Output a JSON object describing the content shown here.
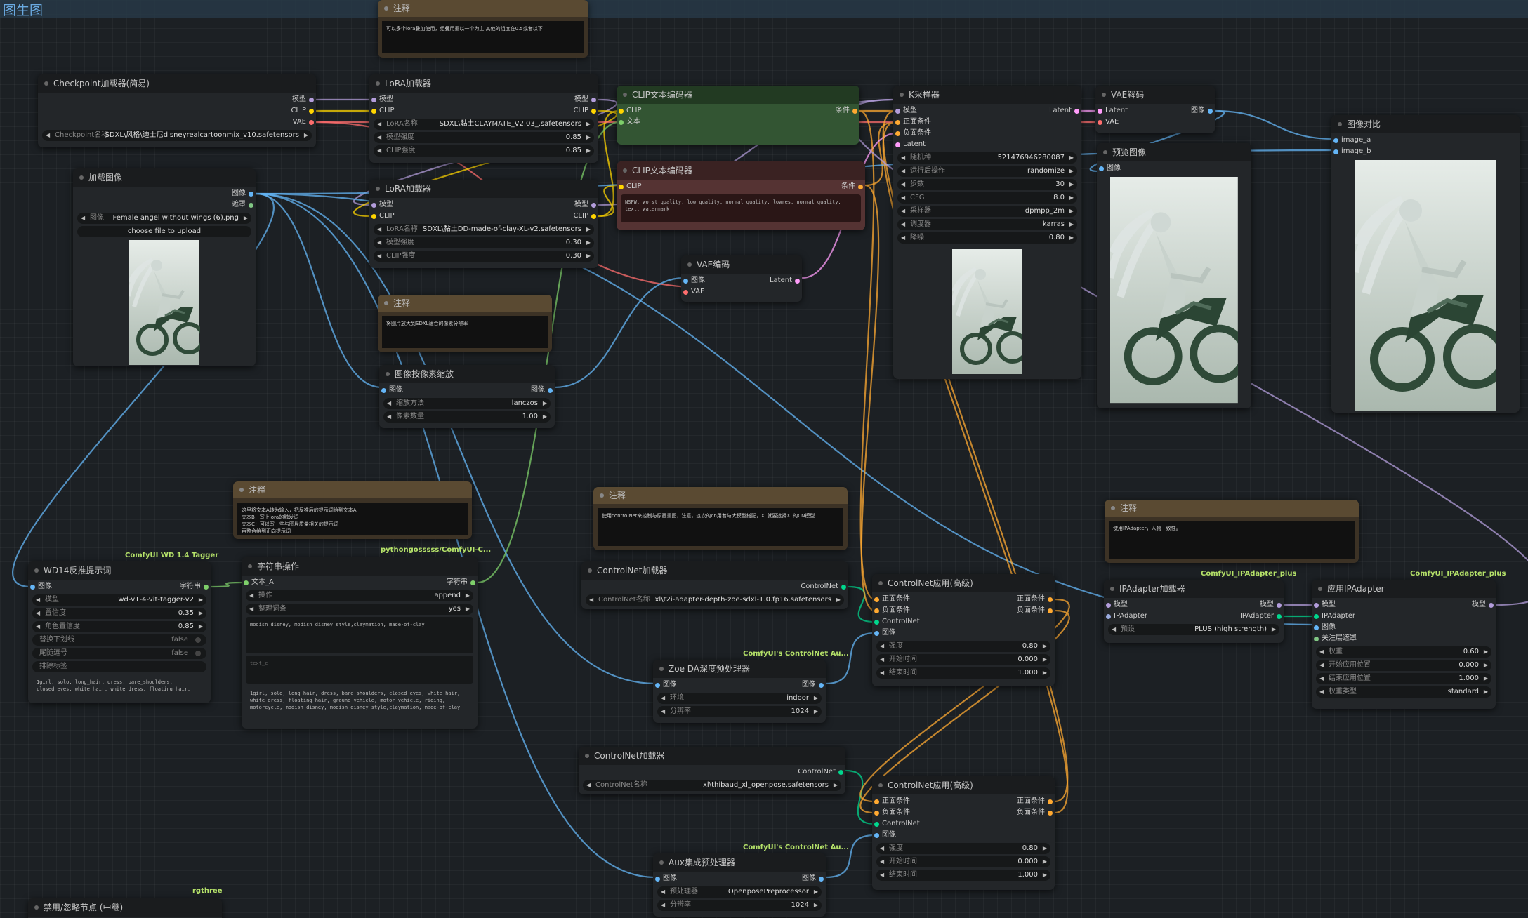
{
  "group_title": "图生图",
  "colors": {
    "model": "#b39ddb",
    "clip": "#ffd500",
    "vae": "#ff6e6e",
    "conditioning": "#ffa931",
    "latent": "#ff9cf9",
    "image": "#64b5f6",
    "control_net": "#00d78d",
    "string": "#7ecf6a",
    "badge": "#b6e36a"
  },
  "notes": {
    "n1": {
      "title": "注释",
      "text": "可以多个lora叠加使用，组叠用重以一个为主,其他的组度在0.5或者以下"
    },
    "n2": {
      "title": "注释",
      "text": "将图片放大到SDXL适合的像素分辨率"
    },
    "n3": {
      "title": "注释",
      "text": "这里将文本A转为输入，把反推后的提示词给到文本A\n文本B，写上lora的触发词\n文本C：可以写一些与图片质量相关的提示词\n再整合给到正向提示词"
    },
    "n4": {
      "title": "注释",
      "text": "使用controlNet来控制与原画重图，注意，这次的cn用着与大模型搭配，XL就要选择XL的CN模型"
    },
    "n5": {
      "title": "注释",
      "text": "使用IPAdapter，人物一致性。"
    }
  },
  "checkpoint": {
    "title": "Checkpoint加载器(简易)",
    "out_model": "模型",
    "out_clip": "CLIP",
    "out_vae": "VAE",
    "w_label": "Checkpoint名称",
    "w_value": "SDXL\\风格\\迪士尼disneyrealcartoonmix_v10.safetensors"
  },
  "lora1": {
    "title": "LoRA加载器",
    "in_model": "模型",
    "in_clip": "CLIP",
    "out_model": "模型",
    "out_clip": "CLIP",
    "name_label": "LoRA名称",
    "name_value": "SDXL\\黏土CLAYMATE_V2.03_.safetensors",
    "model_label": "模型强度",
    "model_value": "0.85",
    "clip_label": "CLIP强度",
    "clip_value": "0.85"
  },
  "lora2": {
    "title": "LoRA加载器",
    "in_model": "模型",
    "in_clip": "CLIP",
    "out_model": "模型",
    "out_clip": "CLIP",
    "name_label": "LoRA名称",
    "name_value": "SDXL\\黏土DD-made-of-clay-XL-v2.safetensors",
    "model_label": "模型强度",
    "model_value": "0.30",
    "clip_label": "CLIP强度",
    "clip_value": "0.30"
  },
  "load_image": {
    "title": "加载图像",
    "out_image": "图像",
    "out_mask": "遮罩",
    "w_label": "图像",
    "w_value": "Female angel without wings (6).png",
    "button": "choose file to upload"
  },
  "clip_pos": {
    "title": "CLIP文本编码器",
    "in_clip": "CLIP",
    "in_text": "文本",
    "out": "条件"
  },
  "clip_neg": {
    "title": "CLIP文本编码器",
    "in_clip": "CLIP",
    "out": "条件",
    "text": "NSFW, worst quality, low quality, normal quality, lowres, normal quality, text, watermark"
  },
  "vae_encode": {
    "title": "VAE编码",
    "in_image": "图像",
    "in_vae": "VAE",
    "out": "Latent"
  },
  "ksampler": {
    "title": "K采样器",
    "in_model": "模型",
    "in_pos": "正面条件",
    "in_neg": "负面条件",
    "in_latent": "Latent",
    "out": "Latent",
    "widgets": [
      {
        "l": "随机种",
        "v": "521476946280087"
      },
      {
        "l": "运行后操作",
        "v": "randomize"
      },
      {
        "l": "步数",
        "v": "30"
      },
      {
        "l": "CFG",
        "v": "8.0"
      },
      {
        "l": "采样器",
        "v": "dpmpp_2m"
      },
      {
        "l": "调度器",
        "v": "karras"
      },
      {
        "l": "降噪",
        "v": "0.80"
      }
    ]
  },
  "vae_decode": {
    "title": "VAE解码",
    "in_latent": "Latent",
    "in_vae": "VAE",
    "out": "图像"
  },
  "preview": {
    "title": "预览图像",
    "in_image": "图像"
  },
  "compare": {
    "title": "图像对比",
    "in_a": "image_a",
    "in_b": "image_b"
  },
  "scale": {
    "title": "图像按像素缩放",
    "in_image": "图像",
    "out_image": "图像",
    "m_label": "缩放方法",
    "m_value": "lanczos",
    "p_label": "像素数量",
    "p_value": "1.00"
  },
  "wd14": {
    "badge": "ComfyUI WD 1.4 Tagger",
    "title": "WD14反推提示词",
    "in_image": "图像",
    "out": "字符串",
    "widgets": [
      {
        "l": "模型",
        "v": "wd-v1-4-vit-tagger-v2"
      },
      {
        "l": "置信度",
        "v": "0.35"
      },
      {
        "l": "角色置信度",
        "v": "0.85"
      }
    ],
    "toggles": [
      {
        "l": "替换下划线",
        "v": "false"
      },
      {
        "l": "尾随逗号",
        "v": "false"
      }
    ],
    "exclude": "排除标签",
    "text": "1girl, solo, long_hair, dress, bare_shoulders, closed_eyes, white_hair, white_dress, floating_hair, ground_vehicle, motor_vehicle, riding, motorcycle"
  },
  "strop": {
    "badge": "pythongosssss/ComfyUI-C...",
    "title": "字符串操作",
    "in_a": "文本_A",
    "out": "字符串",
    "op_label": "操作",
    "op_value": "append",
    "tidy_label": "整理词条",
    "tidy_value": "yes",
    "text_b": "modisn disney, modisn disney style,claymation, made-of-clay",
    "text_c": "text_c",
    "result": "1girl, solo, long_hair, dress, bare_shoulders, closed_eyes, white_hair, white_dress, floating_hair, ground_vehicle, motor_vehicle, riding, motorcycle, modisn disney, modisn disney style,claymation, made-of-clay"
  },
  "cn_loader1": {
    "title": "ControlNet加载器",
    "out": "ControlNet",
    "w_label": "ControlNet名称",
    "w_value": "xl\\t2i-adapter-depth-zoe-sdxl-1.0.fp16.safetensors"
  },
  "zoe": {
    "badge": "ComfyUI's ControlNet Au...",
    "title": "Zoe DA深度预处理器",
    "in_image": "图像",
    "out_image": "图像",
    "env_label": "环境",
    "env_value": "indoor",
    "res_label": "分辨率",
    "res_value": "1024"
  },
  "cn_apply1": {
    "title": "ControlNet应用(高级)",
    "in_pos": "正面条件",
    "in_neg": "负面条件",
    "in_cn": "ControlNet",
    "in_image": "图像",
    "out_pos": "正面条件",
    "out_neg": "负面条件",
    "widgets": [
      {
        "l": "强度",
        "v": "0.80"
      },
      {
        "l": "开始时间",
        "v": "0.000"
      },
      {
        "l": "结束时间",
        "v": "1.000"
      }
    ]
  },
  "cn_loader2": {
    "title": "ControlNet加载器",
    "out": "ControlNet",
    "w_label": "ControlNet名称",
    "w_value": "xl\\thibaud_xl_openpose.safetensors"
  },
  "aux": {
    "badge": "ComfyUI's ControlNet Au...",
    "title": "Aux集成预处理器",
    "in_image": "图像",
    "out_image": "图像",
    "pre_label": "预处理器",
    "pre_value": "OpenposePreprocessor",
    "res_label": "分辨率",
    "res_value": "1024"
  },
  "cn_apply2": {
    "title": "ControlNet应用(高级)",
    "in_pos": "正面条件",
    "in_neg": "负面条件",
    "in_cn": "ControlNet",
    "in_image": "图像",
    "out_pos": "正面条件",
    "out_neg": "负面条件",
    "widgets": [
      {
        "l": "强度",
        "v": "0.80"
      },
      {
        "l": "开始时间",
        "v": "0.000"
      },
      {
        "l": "结束时间",
        "v": "1.000"
      }
    ]
  },
  "ipa_loader": {
    "badge": "ComfyUI_IPAdapter_plus",
    "title": "IPAdapter加载器",
    "in_model": "模型",
    "in_ipa": "IPAdapter",
    "out_model": "模型",
    "out_ipa": "IPAdapter",
    "w_label": "预设",
    "w_value": "PLUS (high strength)"
  },
  "ipa_apply": {
    "badge": "ComfyUI_IPAdapter_plus",
    "title": "应用IPAdapter",
    "in_model": "模型",
    "in_ipa": "IPAdapter",
    "in_image": "图像",
    "in_mask": "关注层遮罩",
    "out_model": "模型",
    "widgets": [
      {
        "l": "权重",
        "v": "0.60"
      },
      {
        "l": "开始应用位置",
        "v": "0.000"
      },
      {
        "l": "结束应用位置",
        "v": "1.000"
      },
      {
        "l": "权重类型",
        "v": "standard"
      }
    ]
  },
  "bypass": {
    "badge": "rgthree",
    "title": "禁用/忽略节点 (中继)"
  }
}
